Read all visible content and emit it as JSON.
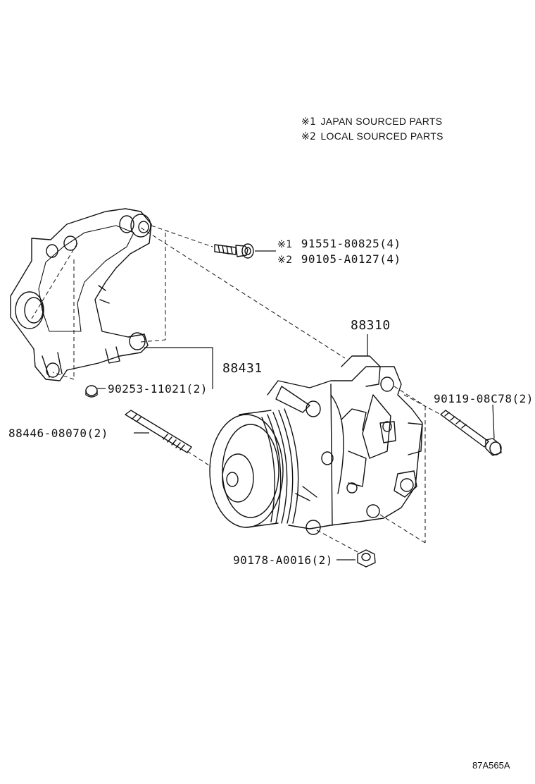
{
  "notes": [
    {
      "mark": "※1",
      "text": "JAPAN SOURCED PARTS"
    },
    {
      "mark": "※2",
      "text": "LOCAL SOURCED PARTS"
    }
  ],
  "parts": {
    "bolt_japan": {
      "mark": "※1",
      "number": "91551-80825",
      "qty": "(4)"
    },
    "bolt_local": {
      "mark": "※2",
      "number": "90105-A0127",
      "qty": "(4)"
    },
    "compressor": "88310",
    "bracket": "88431",
    "bracket_nut": {
      "number": "90253-11021",
      "qty": "(2)"
    },
    "stud": {
      "number": "88446-08070",
      "qty": "(2)"
    },
    "compressor_bolt": {
      "number": "90119-08C78",
      "qty": "(2)"
    },
    "compressor_nut": {
      "number": "90178-A0016",
      "qty": "(2)"
    }
  },
  "illustration_code": "87A565A"
}
